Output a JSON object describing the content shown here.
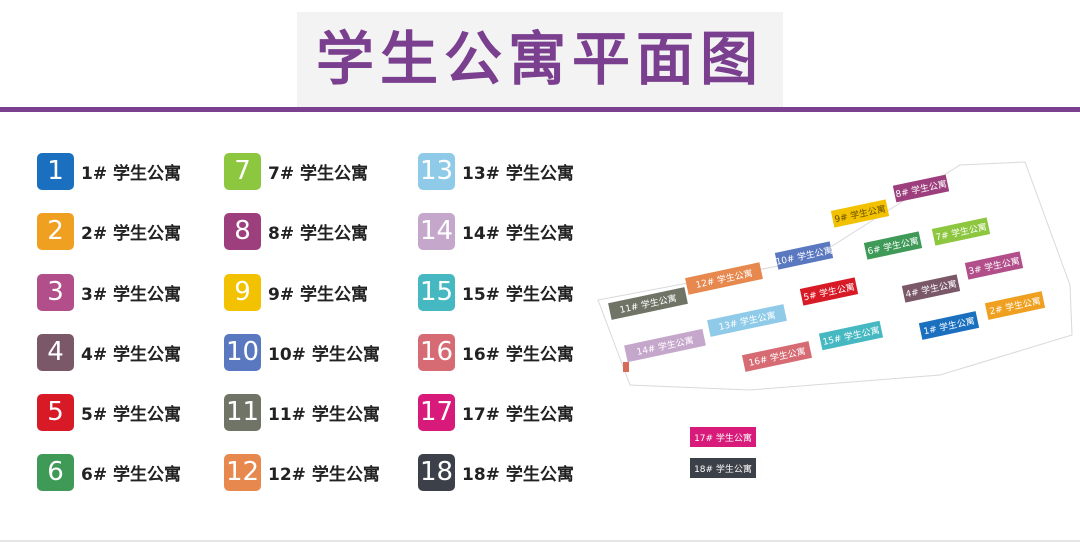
{
  "title": "学生公寓平面图",
  "colors": {
    "title": "#7a3f8e",
    "b1": "#1a6fbf",
    "b2": "#f0a020",
    "b3": "#b24e8a",
    "b4": "#7a5868",
    "b5": "#d71a26",
    "b6": "#3f9a58",
    "b7": "#8dc63f",
    "b8": "#9c3f7c",
    "b9": "#f2c200",
    "b10": "#5a78bf",
    "b11": "#6f7466",
    "b12": "#e7884e",
    "b13": "#8fcbe8",
    "b14": "#c6a7cc",
    "b15": "#45b8c1",
    "b16": "#d66b73",
    "b17": "#d81b7a",
    "b18": "#3c4048"
  },
  "legend": [
    {
      "num": "1",
      "label": "1# 学生公寓"
    },
    {
      "num": "2",
      "label": "2# 学生公寓"
    },
    {
      "num": "3",
      "label": "3# 学生公寓"
    },
    {
      "num": "4",
      "label": "4# 学生公寓"
    },
    {
      "num": "5",
      "label": "5# 学生公寓"
    },
    {
      "num": "6",
      "label": "6# 学生公寓"
    },
    {
      "num": "7",
      "label": "7# 学生公寓"
    },
    {
      "num": "8",
      "label": "8# 学生公寓"
    },
    {
      "num": "9",
      "label": "9# 学生公寓"
    },
    {
      "num": "10",
      "label": "10# 学生公寓"
    },
    {
      "num": "11",
      "label": "11# 学生公寓"
    },
    {
      "num": "12",
      "label": "12# 学生公寓"
    },
    {
      "num": "13",
      "label": "13# 学生公寓"
    },
    {
      "num": "14",
      "label": "14# 学生公寓"
    },
    {
      "num": "15",
      "label": "15# 学生公寓"
    },
    {
      "num": "16",
      "label": "16# 学生公寓"
    },
    {
      "num": "17",
      "label": "17# 学生公寓"
    },
    {
      "num": "18",
      "label": "18# 学生公寓"
    }
  ],
  "map_labels": {
    "b1": "1# 学生公寓",
    "b2": "2# 学生公寓",
    "b3": "3# 学生公寓",
    "b4": "4# 学生公寓",
    "b5": "5# 学生公寓",
    "b6": "6# 学生公寓",
    "b7": "7# 学生公寓",
    "b8": "8# 学生公寓",
    "b9": "9# 学生公寓",
    "b10": "10# 学生公寓",
    "b11": "11# 学生公寓",
    "b12": "12# 学生公寓",
    "b13": "13# 学生公寓",
    "b14": "14# 学生公寓",
    "b15": "15# 学生公寓",
    "b16": "16# 学生公寓",
    "b17": "17# 学生公寓",
    "b18": "18# 学生公寓"
  }
}
